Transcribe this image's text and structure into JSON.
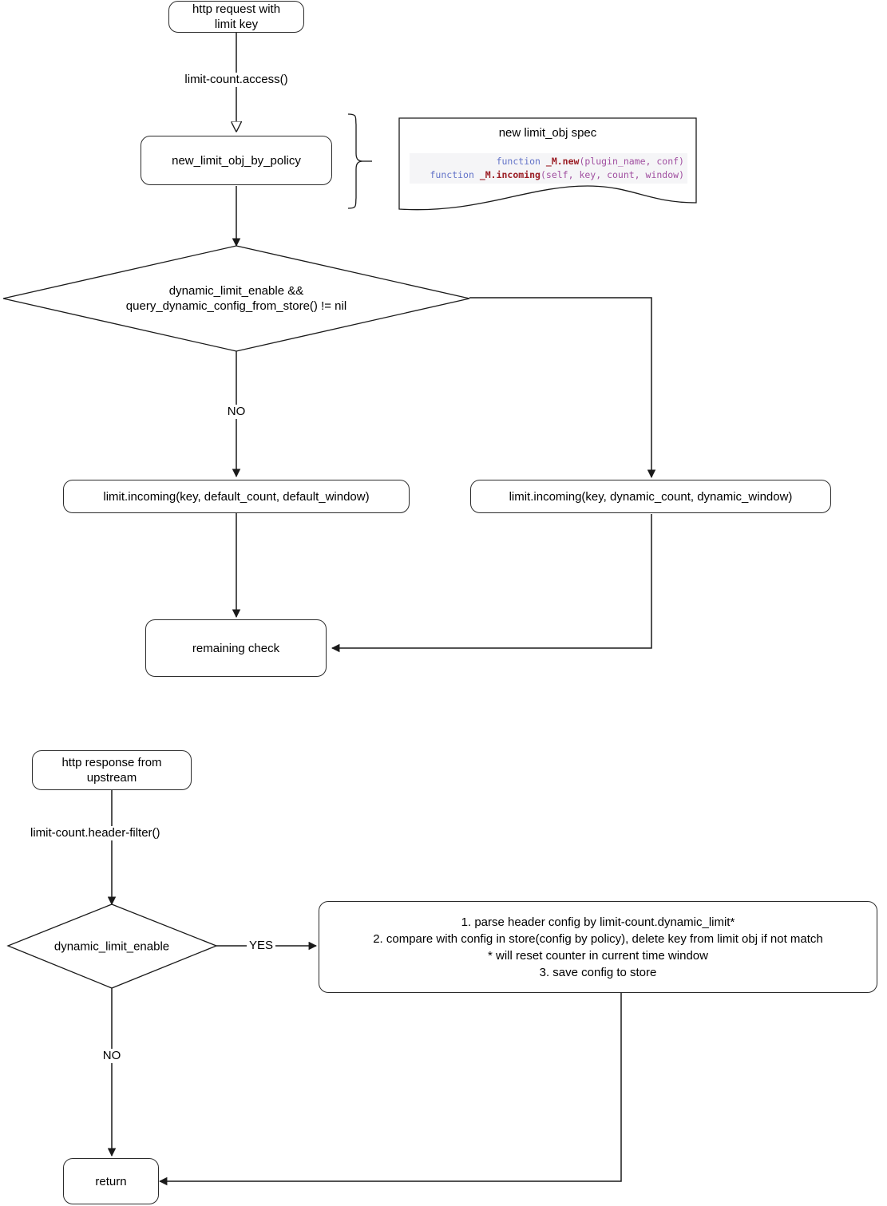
{
  "diagram": {
    "title": "limit-count dynamic limit flow",
    "type": "flowchart",
    "colors": {
      "stroke": "#2b2b2b",
      "line": "#1a1a1a",
      "background": "#ffffff",
      "code_keyword": "#6272c8",
      "code_function": "#9b1d24",
      "code_param": "#a04fa0",
      "code_bg": "#f5f5f7"
    }
  },
  "access_phase": {
    "start": "http request with\nlimit key",
    "start_line1": "http request with",
    "start_line2": "limit key",
    "access_edge_label": "limit-count.access()",
    "new_limit_obj": "new_limit_obj_by_policy",
    "decision_line1": "dynamic_limit_enable &&",
    "decision_line2": "query_dynamic_config_from_store() != nil",
    "no_label": "NO",
    "default_branch": "limit.incoming(key, default_count, default_window)",
    "dynamic_branch": "limit.incoming(key, dynamic_count, dynamic_window)",
    "remaining_check": "remaining check"
  },
  "note": {
    "title": "new limit_obj spec",
    "code_lines": [
      {
        "tokens": [
          {
            "text": "function ",
            "cls": "kw"
          },
          {
            "text": "_M.new",
            "cls": "fn"
          },
          {
            "text": "(plugin_name, conf)",
            "cls": "par"
          }
        ],
        "plain": "function _M.new(plugin_name, conf)"
      },
      {
        "tokens": [
          {
            "text": "function ",
            "cls": "kw"
          },
          {
            "text": "_M.incoming",
            "cls": "fn"
          },
          {
            "text": "(self, key, count, window)",
            "cls": "par"
          }
        ],
        "plain": "function _M.incoming(self, key, count, window)"
      }
    ]
  },
  "header_filter_phase": {
    "start_line1": "http response from",
    "start_line2": "upstream",
    "header_filter_edge_label": "limit-count.header-filter()",
    "decision": "dynamic_limit_enable",
    "yes_label": "YES",
    "no_label": "NO",
    "action_line1": "1. parse header config by limit-count.dynamic_limit*",
    "action_line2": "2. compare with config in store(config by policy), delete key from limit obj if not match",
    "action_line3": "* will reset counter in current time window",
    "action_line4": "3. save config to store",
    "return": "return"
  }
}
